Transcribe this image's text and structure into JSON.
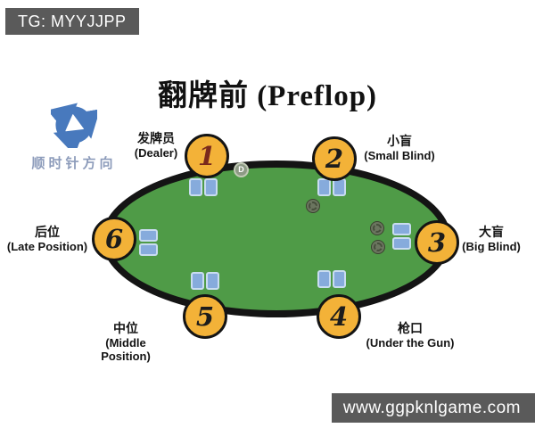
{
  "badges": {
    "top_left": "TG: MYYJJPP",
    "bottom_right": "www.ggpknlgame.com"
  },
  "title": "翻牌前 (Preflop)",
  "direction_indicator": {
    "label": "顺时针方向",
    "icon": "clockwise-arrows-icon",
    "label_color": "#8d9cbb",
    "arrow_color": "#4879bd"
  },
  "table": {
    "felt_color": "#4f9b47",
    "rail_color": "#141414",
    "seat_fill_color": "#f3b238",
    "card_color": "#86abdc",
    "dealer_button_label": "D"
  },
  "seats": [
    {
      "number": "1",
      "zh": "发牌员",
      "en": "(Dealer)",
      "number_color": "#7a2a1c",
      "cards": 2,
      "chips": 0,
      "has_dealer_button": true
    },
    {
      "number": "2",
      "zh": "小盲",
      "en": "(Small Blind)",
      "number_color": "#1c1c1c",
      "cards": 2,
      "chips": 1,
      "has_dealer_button": false
    },
    {
      "number": "3",
      "zh": "大盲",
      "en": "(Big Blind)",
      "number_color": "#1c1c1c",
      "cards": 2,
      "chips": 2,
      "has_dealer_button": false
    },
    {
      "number": "4",
      "zh": "枪口",
      "en": "(Under the Gun)",
      "number_color": "#1c1c1c",
      "cards": 2,
      "chips": 0,
      "has_dealer_button": false
    },
    {
      "number": "5",
      "zh": "中位",
      "en": "(Middle Position)",
      "number_color": "#1c1c1c",
      "cards": 2,
      "chips": 0,
      "has_dealer_button": false
    },
    {
      "number": "6",
      "zh": "后位",
      "en": "(Late Position)",
      "number_color": "#1c1c1c",
      "cards": 2,
      "chips": 0,
      "has_dealer_button": false
    }
  ]
}
